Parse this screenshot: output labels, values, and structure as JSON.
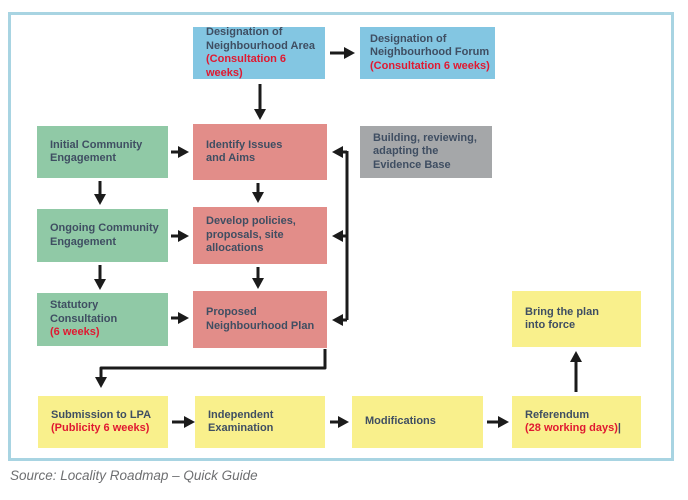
{
  "caption": "Source: Locality Roadmap – Quick Guide",
  "colors": {
    "blue": "#83c6e2",
    "green": "#90c9a6",
    "pink": "#e28d89",
    "gray": "#a5a7a9",
    "yellow": "#f9f08c",
    "text_dark": "#3f4e62",
    "text_red": "#e01931",
    "frame_border": "#a8d4e2",
    "arrow": "#1b1b1b",
    "caption_text": "#6e6f71"
  },
  "boxes": {
    "designation_area": {
      "text": "Designation of\nNeighbourhood Area",
      "note": "(Consultation 6 weeks)"
    },
    "designation_forum": {
      "text": "Designation of\nNeighbourhood Forum",
      "note": "(Consultation 6 weeks)"
    },
    "initial_engagement": {
      "text": "Initial Community\nEngagement"
    },
    "identify_issues": {
      "text": "Identify Issues\nand Aims"
    },
    "evidence_base": {
      "text": "Building, reviewing,\nadapting the\nEvidence Base"
    },
    "ongoing_engagement": {
      "text": "Ongoing Community\nEngagement"
    },
    "develop_policies": {
      "text": "Develop policies,\nproposals, site\nallocations"
    },
    "statutory_consultation": {
      "text": "Statutory Consultation",
      "note": "(6 weeks)"
    },
    "proposed_plan": {
      "text": "Proposed\nNeighbourhood Plan"
    },
    "bring_into_force": {
      "text": "Bring the plan\ninto force"
    },
    "submission_lpa": {
      "text": "Submission to LPA",
      "note": "(Publicity 6 weeks)"
    },
    "independent_examination": {
      "text": "Independent\nExamination"
    },
    "modifications": {
      "text": "Modifications"
    },
    "referendum": {
      "text": "Referendum",
      "note": "(28 working days)",
      "cursor": "|"
    }
  }
}
